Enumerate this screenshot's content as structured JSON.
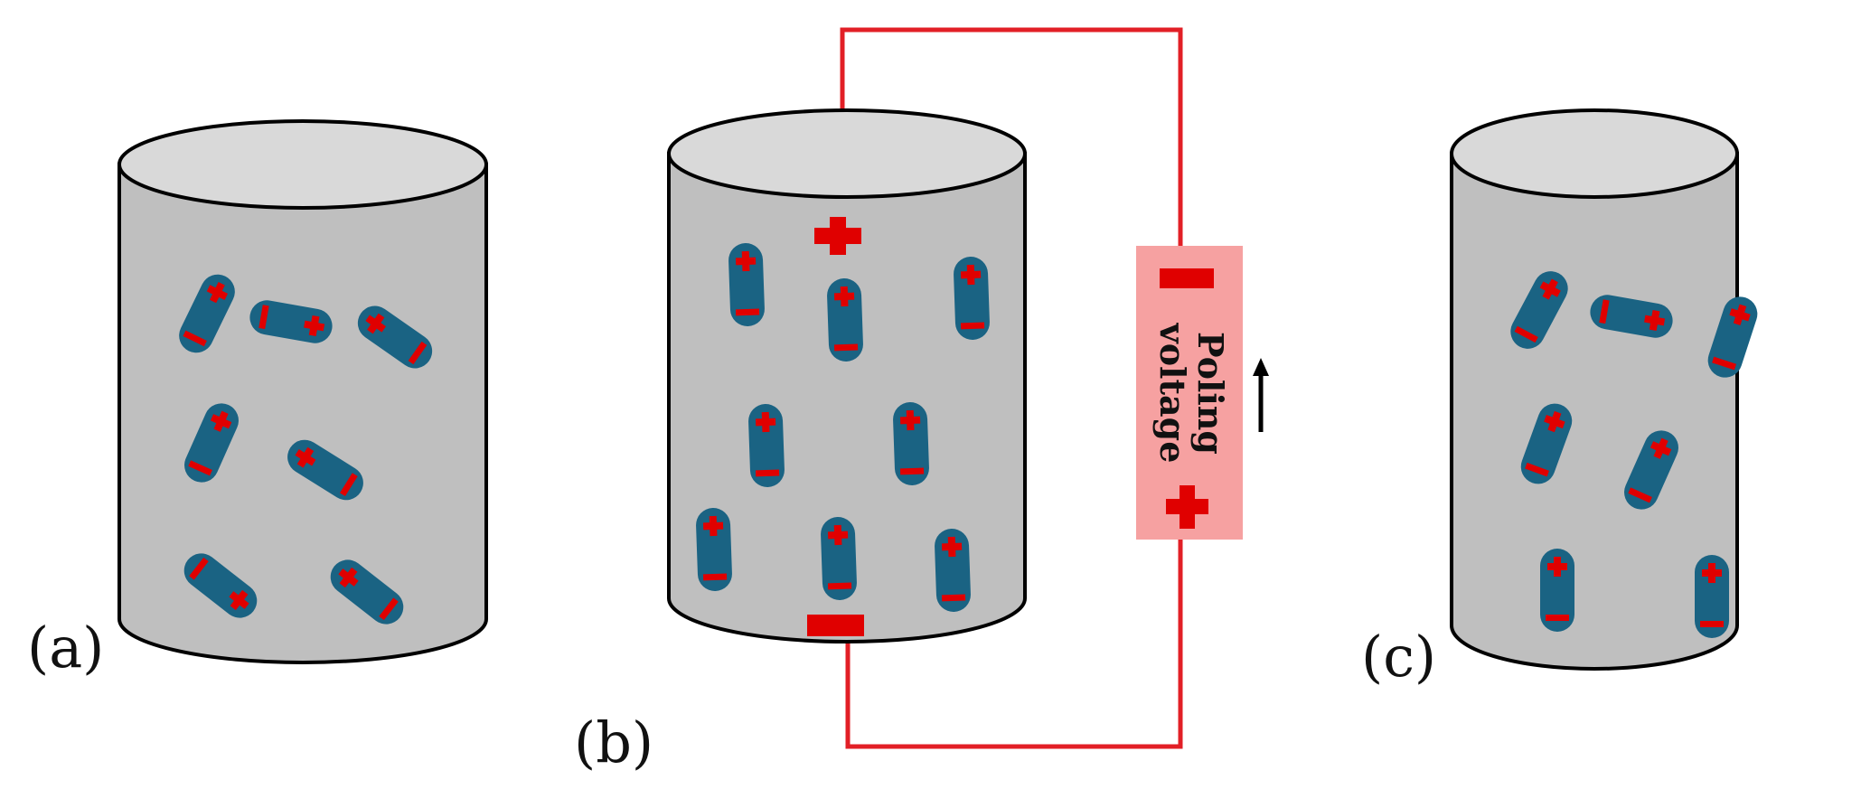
{
  "panels": [
    {
      "label": "(a)",
      "state": "unpoled",
      "dipole_angles_deg": [
        26,
        100,
        -55,
        24,
        -58,
        128,
        -52
      ]
    },
    {
      "label": "(b)",
      "state": "poling",
      "dipole_angles_deg": [
        -2,
        -2,
        -2,
        -2,
        -2,
        -2,
        -2,
        -2
      ]
    },
    {
      "label": "(c)",
      "state": "poled",
      "dipole_angles_deg": [
        28,
        100,
        18,
        20,
        24,
        0,
        0
      ]
    }
  ],
  "source": {
    "label_line1": "Poling",
    "label_line2": "voltage"
  },
  "colors": {
    "cylinder_body": "#bfbfbf",
    "cylinder_top": "#d9d9d9",
    "outline": "#000000",
    "dipole": "#1a6383",
    "charge": "#e00000",
    "wire": "#e21f26",
    "source_fill": "#f6a1a1"
  }
}
